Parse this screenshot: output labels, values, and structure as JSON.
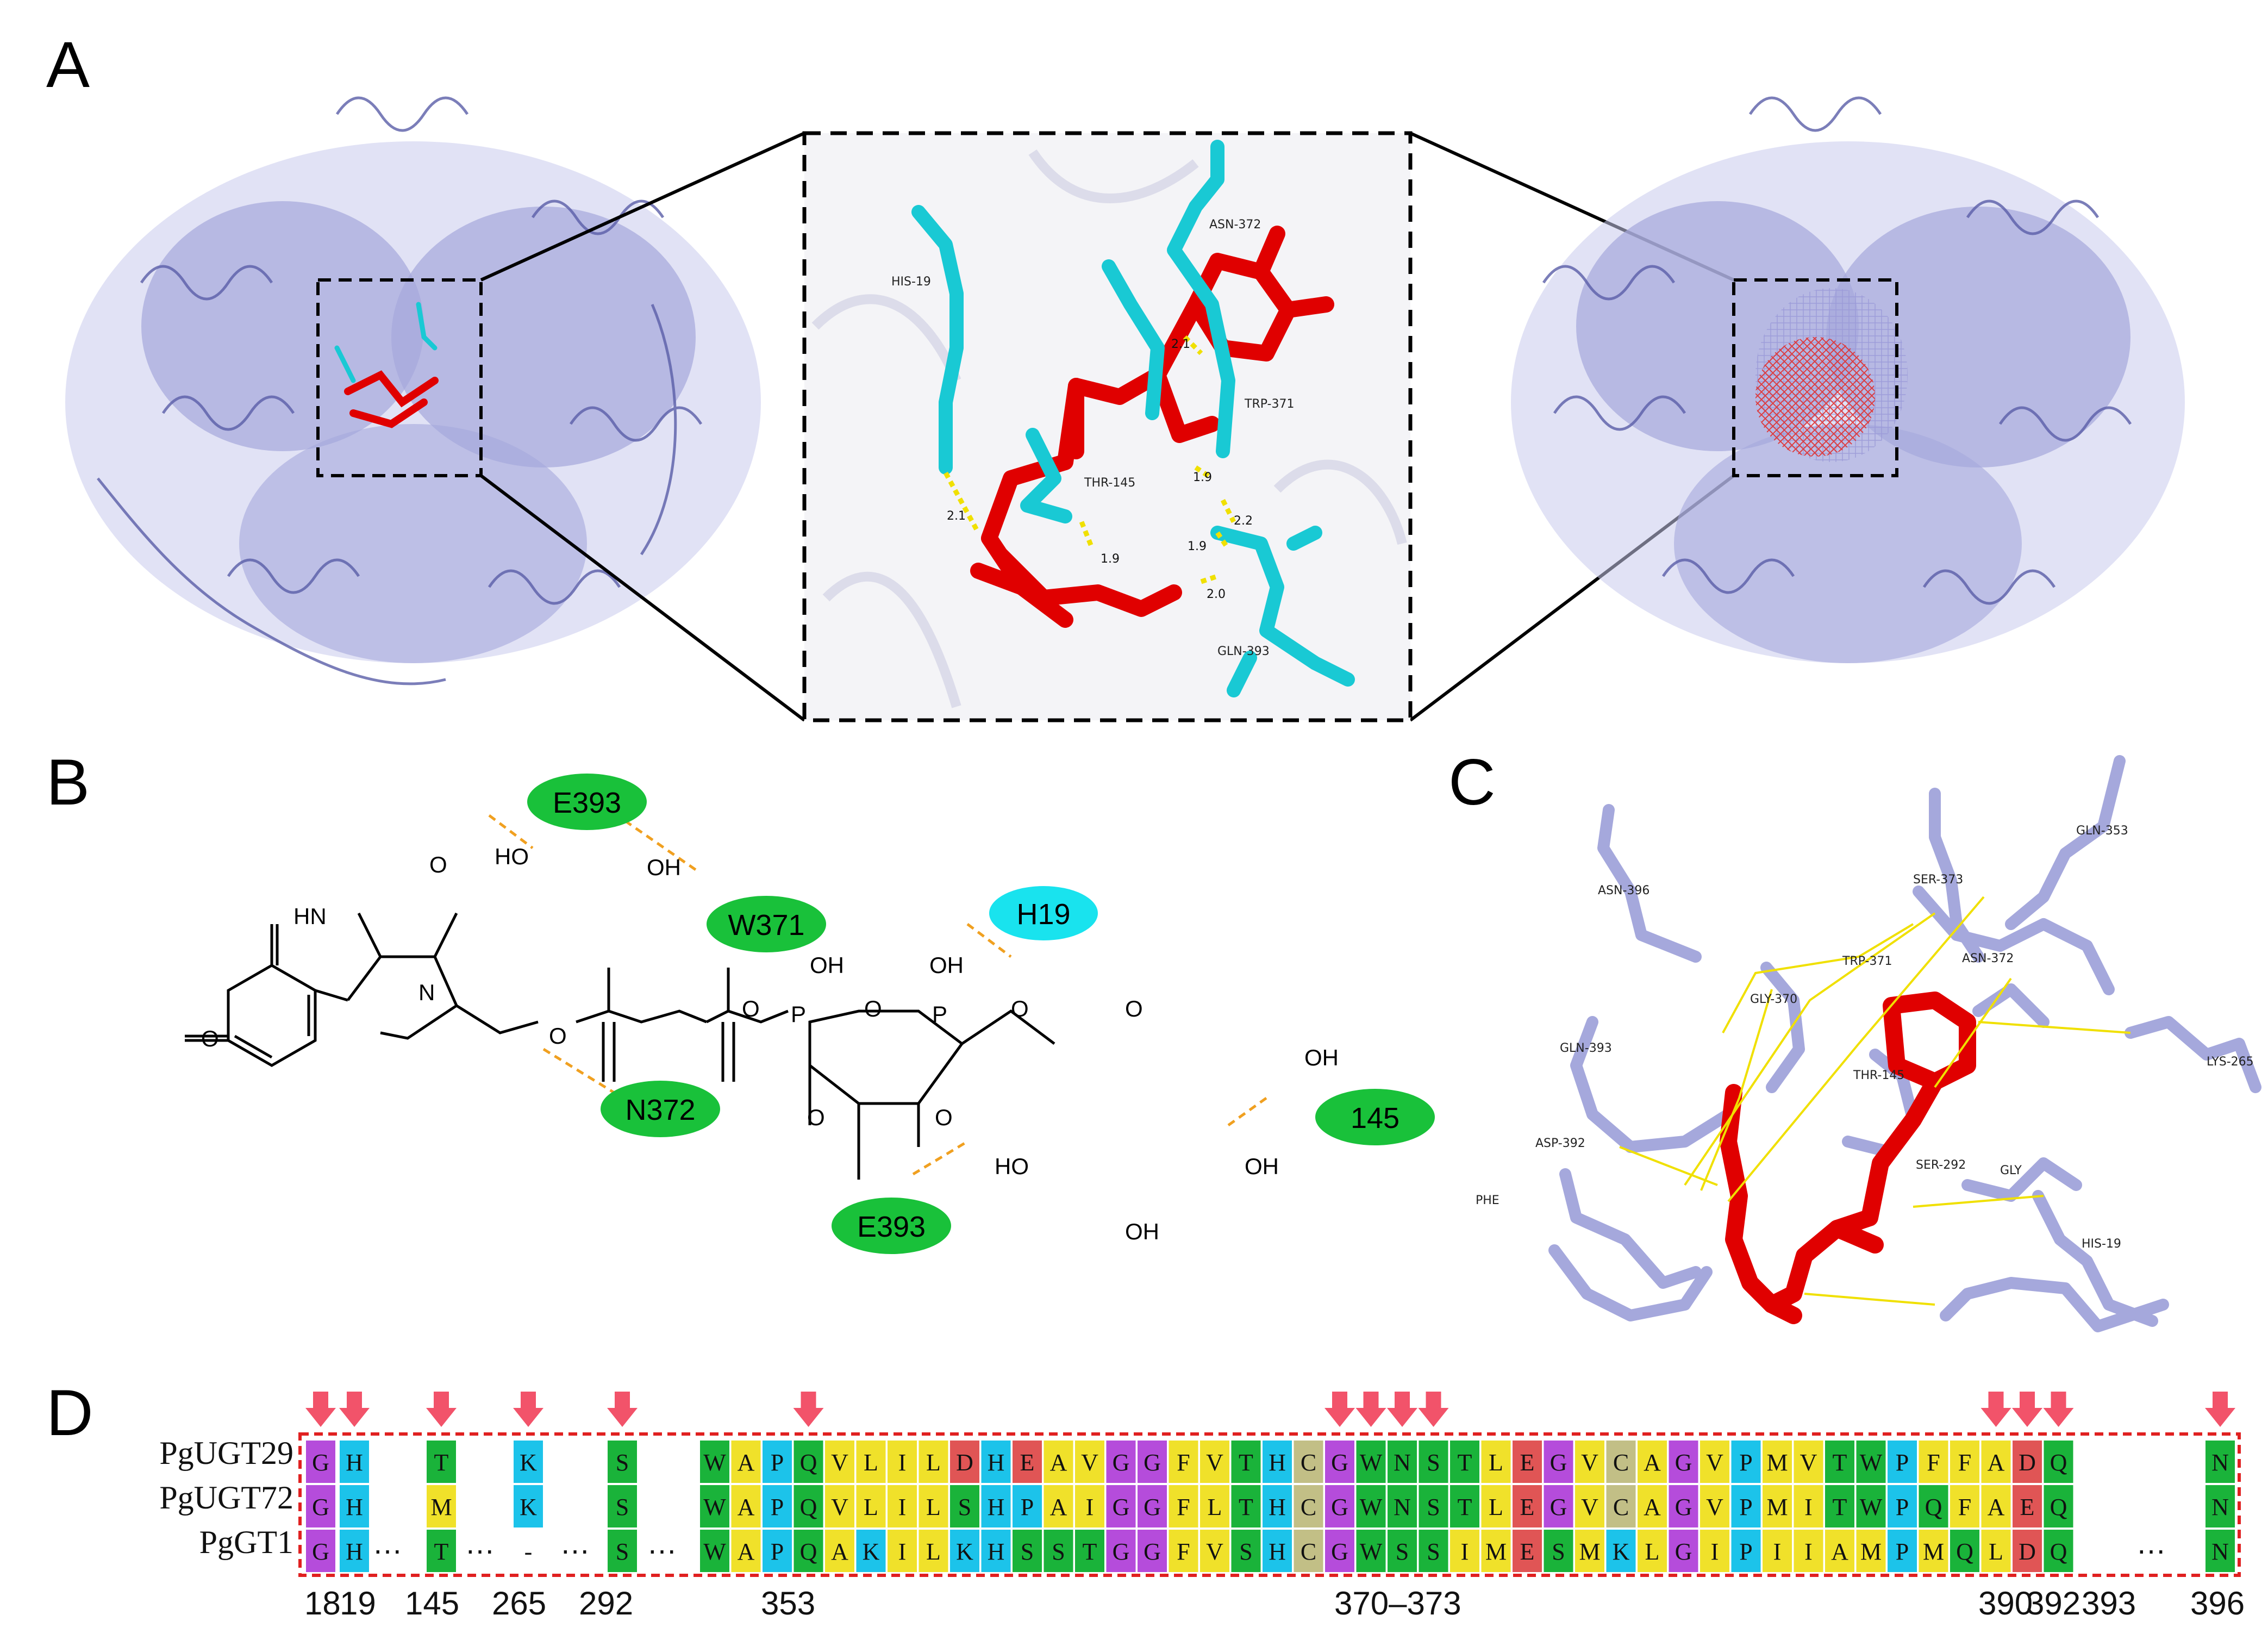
{
  "panels": {
    "a": "A",
    "b": "B",
    "c": "C",
    "d": "D"
  },
  "colors": {
    "protein": "#a5a8dc",
    "ligand": "#e00000",
    "residue": "#19c9d4",
    "hbond": "#f0e000",
    "oval_green": "#19c13a",
    "oval_cyan": "#19e3ee",
    "arrow": "#f2536a",
    "box": "#e02020"
  },
  "panel_a": {
    "residues": [
      "ASN-372",
      "HIS-19",
      "TRP-371",
      "THR-145",
      "GLN-393"
    ],
    "distances": [
      "2.1",
      "1.9",
      "2.1",
      "1.9",
      "2.2",
      "1.9",
      "2.0"
    ]
  },
  "panel_b": {
    "ovals": [
      {
        "label": "E393",
        "color": "green"
      },
      {
        "label": "W371",
        "color": "green"
      },
      {
        "label": "H19",
        "color": "cyan"
      },
      {
        "label": "N372",
        "color": "green"
      },
      {
        "label": "145",
        "color": "green"
      },
      {
        "label": "E393",
        "color": "green"
      }
    ],
    "atoms": {
      "o1": "O",
      "nh": "HN",
      "o2": "O",
      "n": "N",
      "ho1": "HO",
      "oh1": "OH",
      "o_ring": "O",
      "o_link1": "O",
      "oh_p1": "OH",
      "o_p1": "O",
      "o_link2": "O",
      "oh_p2": "OH",
      "o_p2": "O",
      "o_link3": "O",
      "o_ring2": "O",
      "oh_c6": "OH",
      "p1": "P",
      "p2": "P",
      "ho2": "HO",
      "oh3": "OH",
      "oh4": "OH"
    }
  },
  "panel_c": {
    "labels": [
      "GLN-353",
      "ASN-396",
      "SER-373",
      "TRP-371",
      "ASN-372",
      "GLY-370",
      "GLN-393",
      "THR-145",
      "LYS-265",
      "ASP-392",
      "PHE",
      "SER-292",
      "GLY",
      "HIS-19"
    ]
  },
  "panel_d": {
    "sequences": [
      {
        "name": "PgUGT29",
        "residues": [
          "G",
          "H",
          "T",
          "K",
          "S",
          "W",
          "A",
          "P",
          "Q",
          "V",
          "L",
          "I",
          "L",
          "D",
          "H",
          "E",
          "A",
          "V",
          "G",
          "G",
          "F",
          "V",
          "T",
          "H",
          "C",
          "G",
          "W",
          "N",
          "S",
          "T",
          "L",
          "E",
          "G",
          "V",
          "C",
          "A",
          "G",
          "V",
          "P",
          "M",
          "V",
          "T",
          "W",
          "P",
          "F",
          "F",
          "A",
          "D",
          "Q",
          "N"
        ]
      },
      {
        "name": "PgUGT72",
        "residues": [
          "G",
          "H",
          "M",
          "K",
          "S",
          "W",
          "A",
          "P",
          "Q",
          "V",
          "L",
          "I",
          "L",
          "S",
          "H",
          "P",
          "A",
          "I",
          "G",
          "G",
          "F",
          "L",
          "T",
          "H",
          "C",
          "G",
          "W",
          "N",
          "S",
          "T",
          "L",
          "E",
          "G",
          "V",
          "C",
          "A",
          "G",
          "V",
          "P",
          "M",
          "I",
          "T",
          "W",
          "P",
          "Q",
          "F",
          "A",
          "E",
          "Q",
          "N"
        ]
      },
      {
        "name": "PgGT1",
        "residues": [
          "G",
          "H",
          "T",
          "-",
          "S",
          "W",
          "A",
          "P",
          "Q",
          "A",
          "K",
          "I",
          "L",
          "K",
          "H",
          "S",
          "S",
          "T",
          "G",
          "G",
          "F",
          "V",
          "S",
          "H",
          "C",
          "G",
          "W",
          "S",
          "S",
          "I",
          "M",
          "E",
          "S",
          "M",
          "K",
          "L",
          "G",
          "I",
          "P",
          "I",
          "I",
          "A",
          "M",
          "P",
          "M",
          "Q",
          "L",
          "D",
          "Q",
          "N"
        ]
      }
    ],
    "gap_dots": "…",
    "positions": [
      "18",
      "19",
      "145",
      "265",
      "292",
      "353",
      "370–373",
      "390",
      "392",
      "393",
      "396"
    ]
  }
}
